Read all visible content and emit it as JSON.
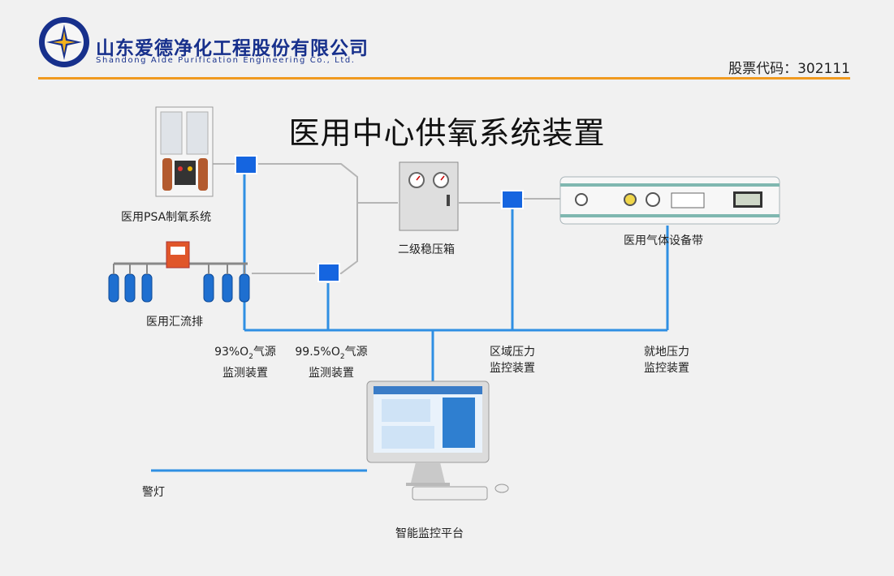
{
  "header": {
    "company_cn": "山东爱德净化工程股份有限公司",
    "company_en": "Shandong Aide Purification Engineering Co., Ltd.",
    "stock_code": "股票代码：302111"
  },
  "title": "医用中心供氧系统装置",
  "colors": {
    "line": "#2f8fe3",
    "node": "#1565e0",
    "accent_rule": "#f09a1f",
    "brand_blue": "#17308c"
  },
  "components": {
    "psa": "医用PSA制氧系统",
    "manifold": "医用汇流排",
    "regulator": "二级稳压箱",
    "gas_band": "医用气体设备带",
    "platform": "智能监控平台",
    "alarm": "警灯"
  },
  "monitors": {
    "m93": {
      "prefix": "93%O",
      "sub": "2",
      "suffix": "气源",
      "line2": "监测装置"
    },
    "m995": {
      "prefix": "99.5%O",
      "sub": "2",
      "suffix": "气源",
      "line2": "监测装置"
    },
    "regional": {
      "line1": "区域压力",
      "line2": "监控装置"
    },
    "local": {
      "line1": "就地压力",
      "line2": "监控装置"
    }
  }
}
